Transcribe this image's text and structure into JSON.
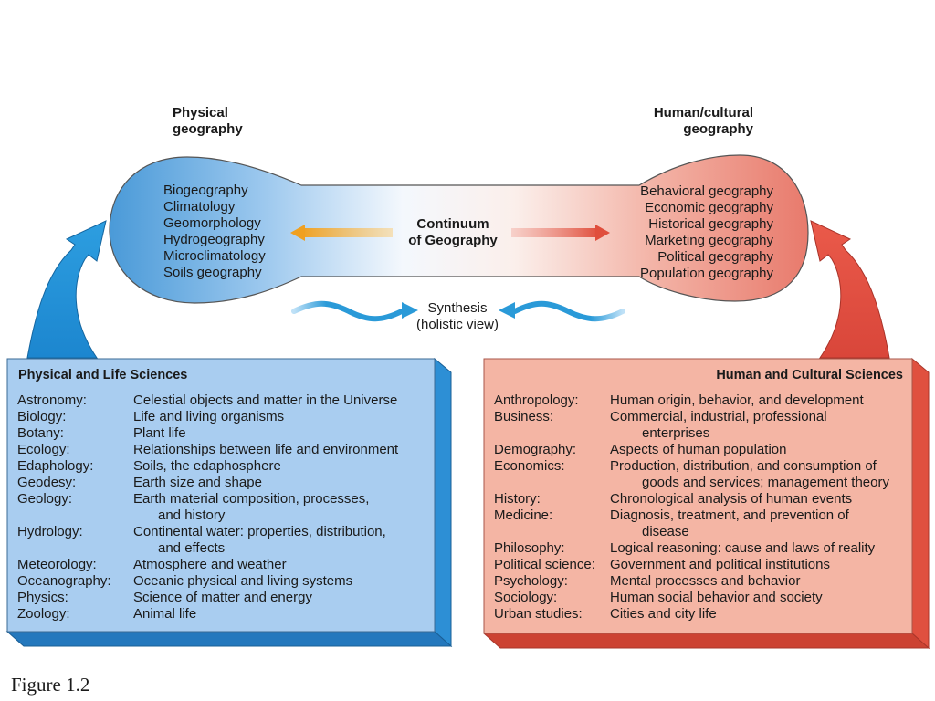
{
  "physical_title": [
    "Physical",
    "geography"
  ],
  "human_title": [
    "Human/cultural",
    "geography"
  ],
  "physical_topics": [
    "Biogeography",
    "Climatology",
    "Geomorphology",
    "Hydrogeography",
    "Microclimatology",
    "Soils geography"
  ],
  "human_topics": [
    "Behavioral geography",
    "Economic geography",
    "Historical geography",
    "Marketing geography",
    "Political geography",
    "Population geography"
  ],
  "center_label": [
    "Continuum",
    "of Geography"
  ],
  "synthesis_label": [
    "Synthesis",
    "(holistic view)"
  ],
  "physical_sciences": {
    "title": "Physical and Life Sciences",
    "entries": [
      {
        "term": "Astronomy:",
        "def": "Celestial objects and matter in the Universe"
      },
      {
        "term": "Biology:",
        "def": "Life and living organisms"
      },
      {
        "term": "Botany:",
        "def": "Plant life"
      },
      {
        "term": "Ecology:",
        "def": "Relationships between life and environment"
      },
      {
        "term": "Edaphology:",
        "def": "Soils, the edaphosphere"
      },
      {
        "term": "Geodesy:",
        "def": "Earth size and shape"
      },
      {
        "term": "Geology:",
        "def": "Earth material composition, processes,",
        "cont": "and history"
      },
      {
        "term": "Hydrology:",
        "def": "Continental water: properties, distribution,",
        "cont": "and effects"
      },
      {
        "term": "Meteorology:",
        "def": "Atmosphere and weather"
      },
      {
        "term": "Oceanography:",
        "def": "Oceanic physical and living systems"
      },
      {
        "term": "Physics:",
        "def": "Science of matter and energy"
      },
      {
        "term": "Zoology:",
        "def": "Animal life"
      }
    ]
  },
  "human_sciences": {
    "title": "Human and Cultural Sciences",
    "entries": [
      {
        "term": "Anthropology:",
        "def": "Human origin, behavior, and development"
      },
      {
        "term": "Business:",
        "def": "Commercial, industrial, professional",
        "cont": "enterprises"
      },
      {
        "term": "Demography:",
        "def": "Aspects of human population"
      },
      {
        "term": "Economics:",
        "def": "Production, distribution, and consumption of",
        "cont": "goods and services; management theory"
      },
      {
        "term": "History:",
        "def": "Chronological analysis of human events"
      },
      {
        "term": "Medicine:",
        "def": "Diagnosis, treatment, and prevention of",
        "cont": "disease"
      },
      {
        "term": "Philosophy:",
        "def": "Logical reasoning: cause and laws of reality"
      },
      {
        "term": "Political science:",
        "def": "Government and political institutions"
      },
      {
        "term": "Psychology:",
        "def": "Mental processes and behavior"
      },
      {
        "term": "Sociology:",
        "def": "Human social behavior and society"
      },
      {
        "term": "Urban studies:",
        "def": "Cities and city life"
      }
    ]
  },
  "caption": "Figure  1.2",
  "colors": {
    "physical": "#4a9ad8",
    "human": "#e8786a",
    "physical_box": "#a9cdf0",
    "human_box": "#f4b5a4",
    "arrow_orange": "#f0a832",
    "arrow_red": "#e0503f",
    "wave_blue": "#2a9ad8"
  }
}
